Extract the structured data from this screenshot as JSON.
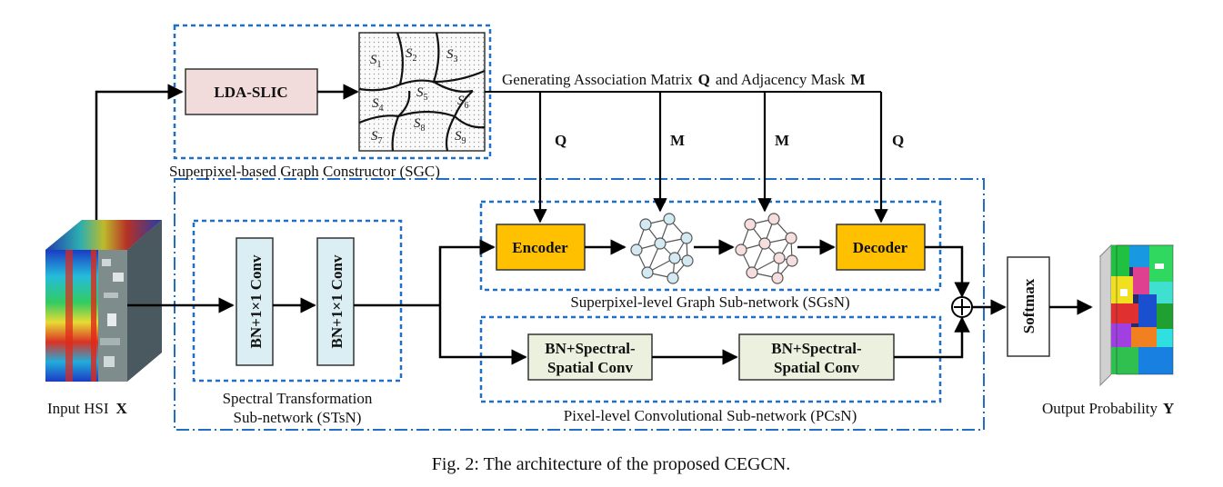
{
  "labels": {
    "lda_slic": "LDA-SLIC",
    "generating": "Generating Association Matrix",
    "q_symbol": "Q",
    "and_mask": "and Adjacency Mask",
    "m_symbol": "M",
    "sgc": "Superpixel-based Graph Constructor (SGC)",
    "q_left": "Q",
    "m_1": "M",
    "m_2": "M",
    "q_right": "Q",
    "encoder": "Encoder",
    "decoder": "Decoder",
    "conv_1": "BN+1×1 Conv",
    "conv_2": "BN+1×1 Conv",
    "sgsn": "Superpixel-level Graph Sub-network (SGsN)",
    "pc_1_line1": "BN+Spectral-",
    "pc_1_line2": "Spatial Conv",
    "pc_2_line1": "BN+Spectral-",
    "pc_2_line2": "Spatial Conv",
    "pcsn": "Pixel-level Convolutional Sub-network (PCsN)",
    "stsn_line1": "Spectral Transformation",
    "stsn_line2": "Sub-network (STsN)",
    "softmax": "Softmax",
    "input_text": "Input HSI",
    "input_symbol": "X",
    "output_text": "Output Probability",
    "output_symbol": "Y",
    "caption": "Fig. 2: The architecture of the proposed CEGCN."
  },
  "superpixels": [
    {
      "letter": "S",
      "index": "1"
    },
    {
      "letter": "S",
      "index": "2"
    },
    {
      "letter": "S",
      "index": "3"
    },
    {
      "letter": "S",
      "index": "4"
    },
    {
      "letter": "S",
      "index": "5"
    },
    {
      "letter": "S",
      "index": "6"
    },
    {
      "letter": "S",
      "index": "7"
    },
    {
      "letter": "S",
      "index": "8"
    },
    {
      "letter": "S",
      "index": "9"
    }
  ],
  "colors": {
    "lda_slic_fill": "#f2dcdb",
    "encoder_fill": "#ffc000",
    "conv_fill": "#daeef3",
    "pc_fill": "#ebf1de",
    "dash_blue": "#1f6fc6",
    "graph1_node": "#d4eaf2",
    "graph2_node": "#f6dede"
  }
}
